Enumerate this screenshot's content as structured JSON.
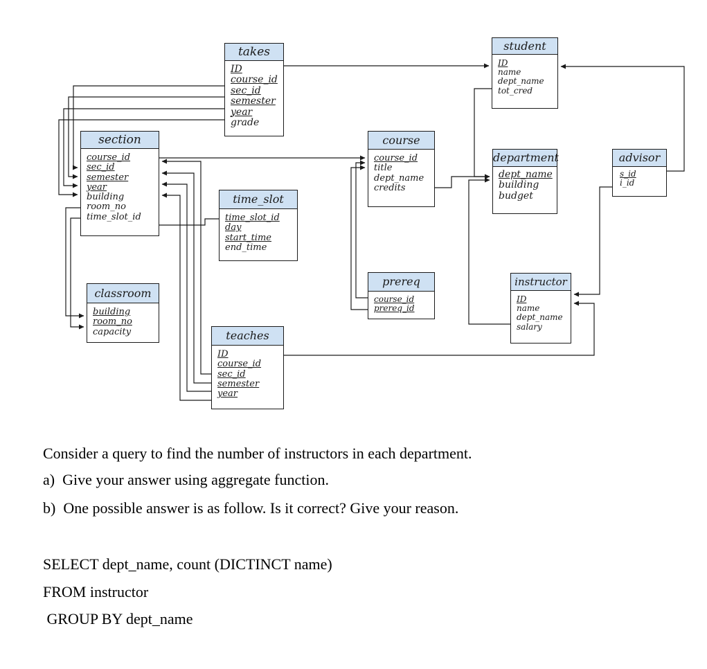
{
  "diagram": {
    "tables": {
      "takes": {
        "name": "takes",
        "attributes": [
          {
            "text": "ID",
            "key": true
          },
          {
            "text": "course_id",
            "key": true
          },
          {
            "text": "sec_id",
            "key": true
          },
          {
            "text": "semester",
            "key": true
          },
          {
            "text": "year",
            "key": true
          },
          {
            "text": "grade",
            "key": false
          }
        ]
      },
      "student": {
        "name": "student",
        "attributes": [
          {
            "text": "ID",
            "key": true
          },
          {
            "text": "name",
            "key": false
          },
          {
            "text": "dept_name",
            "key": false
          },
          {
            "text": "tot_cred",
            "key": false
          }
        ]
      },
      "section": {
        "name": "section",
        "attributes": [
          {
            "text": "course_id",
            "key": true
          },
          {
            "text": "sec_id",
            "key": true
          },
          {
            "text": "semester",
            "key": true
          },
          {
            "text": "year",
            "key": true
          },
          {
            "text": "building",
            "key": false
          },
          {
            "text": "room_no",
            "key": false
          },
          {
            "text": "time_slot_id",
            "key": false
          }
        ]
      },
      "course": {
        "name": "course",
        "attributes": [
          {
            "text": "course_id",
            "key": true
          },
          {
            "text": "title",
            "key": false
          },
          {
            "text": "dept_name",
            "key": false
          },
          {
            "text": "credits",
            "key": false
          }
        ]
      },
      "department": {
        "name": "department",
        "attributes": [
          {
            "text": "dept_name",
            "key": true
          },
          {
            "text": "building",
            "key": false
          },
          {
            "text": "budget",
            "key": false
          }
        ]
      },
      "advisor": {
        "name": "advisor",
        "attributes": [
          {
            "text": "s_id",
            "key": true
          },
          {
            "text": "i_id",
            "key": false
          }
        ]
      },
      "time_slot": {
        "name": "time_slot",
        "attributes": [
          {
            "text": "time_slot_id",
            "key": true
          },
          {
            "text": "day",
            "key": true
          },
          {
            "text": "start_time",
            "key": true
          },
          {
            "text": "end_time",
            "key": false
          }
        ]
      },
      "prereq": {
        "name": "prereq",
        "attributes": [
          {
            "text": "course_id",
            "key": true
          },
          {
            "text": "prereq_id",
            "key": true
          }
        ]
      },
      "instructor": {
        "name": "instructor",
        "attributes": [
          {
            "text": "ID",
            "key": true
          },
          {
            "text": "name",
            "key": false
          },
          {
            "text": "dept_name",
            "key": false
          },
          {
            "text": "salary",
            "key": false
          }
        ]
      },
      "classroom": {
        "name": "classroom",
        "attributes": [
          {
            "text": "building",
            "key": true
          },
          {
            "text": "room_no",
            "key": true
          },
          {
            "text": "capacity",
            "key": false
          }
        ]
      },
      "teaches": {
        "name": "teaches",
        "attributes": [
          {
            "text": "ID",
            "key": true
          },
          {
            "text": "course_id",
            "key": true
          },
          {
            "text": "sec_id",
            "key": true
          },
          {
            "text": "semester",
            "key": true
          },
          {
            "text": "year",
            "key": true
          }
        ]
      }
    },
    "colors": {
      "header_fill": "#cfe1f3",
      "line": "#1a1a1a"
    }
  },
  "question": {
    "intro": "Consider a query to find the number of instructors in each department.",
    "part_a": "a)  Give your answer using aggregate function.",
    "part_b": "b)  One possible answer is as follow. Is it correct? Give your reason.",
    "sql": [
      "SELECT dept_name, count (DICTINCT name)",
      "FROM instructor",
      " GROUP BY dept_name"
    ]
  }
}
